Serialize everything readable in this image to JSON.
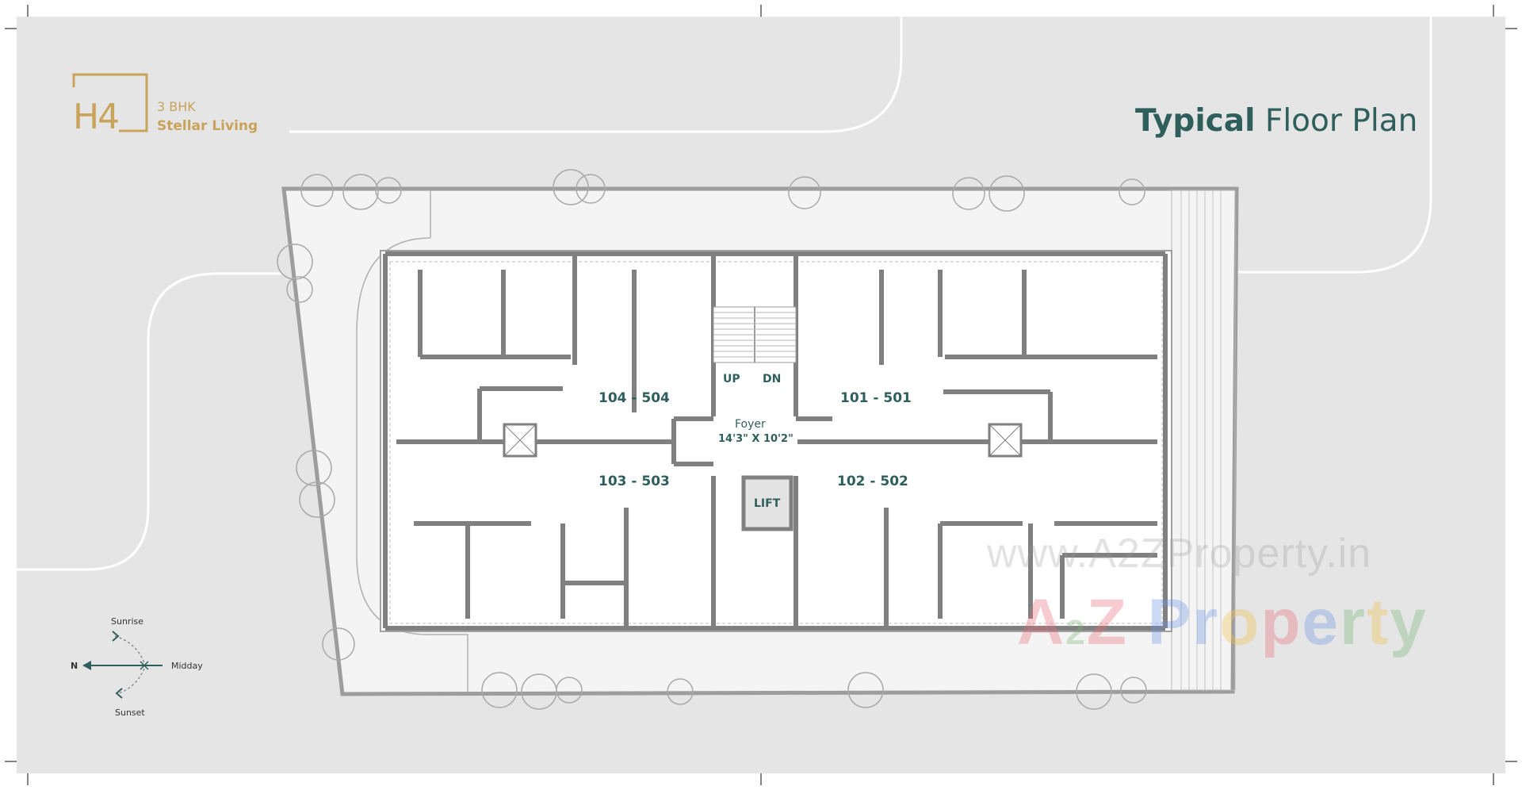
{
  "brand": {
    "logo_text": "H4",
    "line1": "3 BHK",
    "line2": "Stellar Living"
  },
  "title": {
    "bold": "Typical",
    "light": "Floor Plan"
  },
  "units": [
    "104 - 504",
    "101 - 501",
    "103 - 503",
    "102 - 502"
  ],
  "stairs": {
    "up": "UP",
    "down": "DN"
  },
  "foyer": {
    "label": "Foyer",
    "size": "14'3\" X 10'2\""
  },
  "lift": "LIFT",
  "compass": {
    "north": "N",
    "sunrise": "Sunrise",
    "midday": "Midday",
    "sunset": "Sunset"
  },
  "watermark": {
    "url": "www.A2ZProperty.in",
    "logo_a": "A",
    "logo_2": "2",
    "logo_z": "Z",
    "logo_p": "P",
    "logo_r": "r",
    "logo_o": "o",
    "logo_p2": "p",
    "logo_e": "e",
    "logo_r2": "r",
    "logo_t": "t",
    "logo_y": "y"
  },
  "colors": {
    "background": "#e5e5e5",
    "wall": "#7d7d7d",
    "floor": "#f7f7f7",
    "accent_gold": "#c9a35a",
    "accent_teal": "#2f5f5c"
  }
}
